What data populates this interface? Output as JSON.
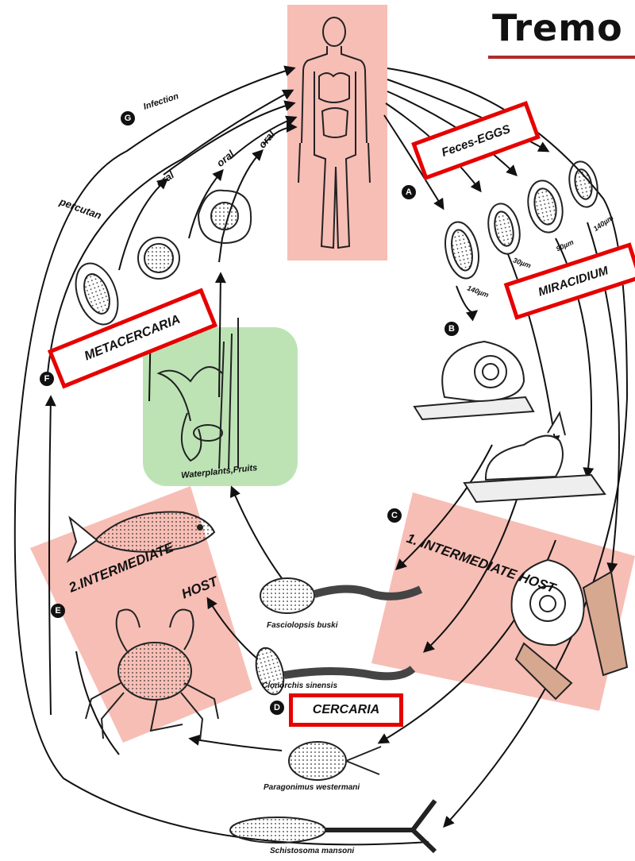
{
  "title": "Tremo",
  "step_badges": [
    "A",
    "B",
    "C",
    "D",
    "E",
    "F",
    "G"
  ],
  "labels": {
    "infection": "Infection",
    "percutan": "percutan",
    "oral": "oral",
    "feces_eggs": "Feces-EGGS",
    "miracidium": "MIRACIDIUM",
    "metacercaria": "METACERCARIA",
    "cercaria": "CERCARIA",
    "waterplants": "Waterplants,Fruits",
    "first_host": "1. INTERMEDIATE HOST",
    "second_host_line1": "2.INTERMEDIATE",
    "second_host_line2": "HOST"
  },
  "egg_sizes": [
    "140µm",
    "30µm",
    "90µm",
    "140µm"
  ],
  "species": [
    "Fasciolopsis buski",
    "Clonorchis sinensis",
    "Paragonimus westermani",
    "Schistosoma mansoni"
  ],
  "colors": {
    "highlight_red": "#e60000",
    "host_pink": "#f4a89c",
    "plant_green": "#9ad48e",
    "title_rule": "#b02a2a"
  }
}
